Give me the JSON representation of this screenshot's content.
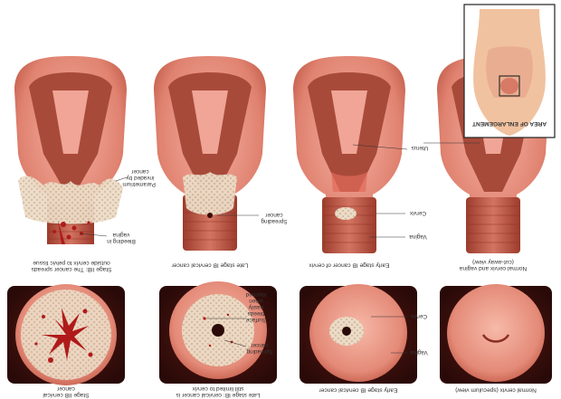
{
  "inset": {
    "label": "AREA OF ENLARGEMENT"
  },
  "top_row": [
    {
      "caption": "Stage IIB: The cancer spreads\noutside cervix to pelvic tissue"
    },
    {
      "caption": "Late stage IB cervical cancer"
    },
    {
      "caption": "Early stage IB cancer of cervix"
    },
    {
      "caption": "Normal cervix and vagina\n(cut-away view)"
    }
  ],
  "bottom_row": [
    {
      "caption": "Stage IIB cervical\ncancer"
    },
    {
      "caption": "Late stage IB: cervical cancer is\nstill limited to cervix"
    },
    {
      "caption": "Early stage IB cervical cancer"
    },
    {
      "caption": "Normal cervix (speculum view)"
    }
  ],
  "labels": {
    "parametrium": "Parametrium\ninvaded by\ncancer",
    "bleeding": "Bleeding in\nvagina",
    "spreading_top": "Spreading\ncancer",
    "uterus": "Uterus",
    "cervix_top": "Cervix",
    "vagina_top": "Vagina",
    "surface_bleeds": "Surface\nbleeds\neasily\nwhen\ntouched",
    "spreading_bottom": "Spreading\ncancer",
    "cervix_bottom": "Cervix",
    "vagina_bottom": "Vagina"
  },
  "colors": {
    "tissue": "#e98f80",
    "tissue_dark": "#c0503f",
    "cavity": "#a84a3a",
    "cancer": "#ead8c4",
    "blood": "#b01a1a",
    "skin": "#f1c2a0"
  }
}
